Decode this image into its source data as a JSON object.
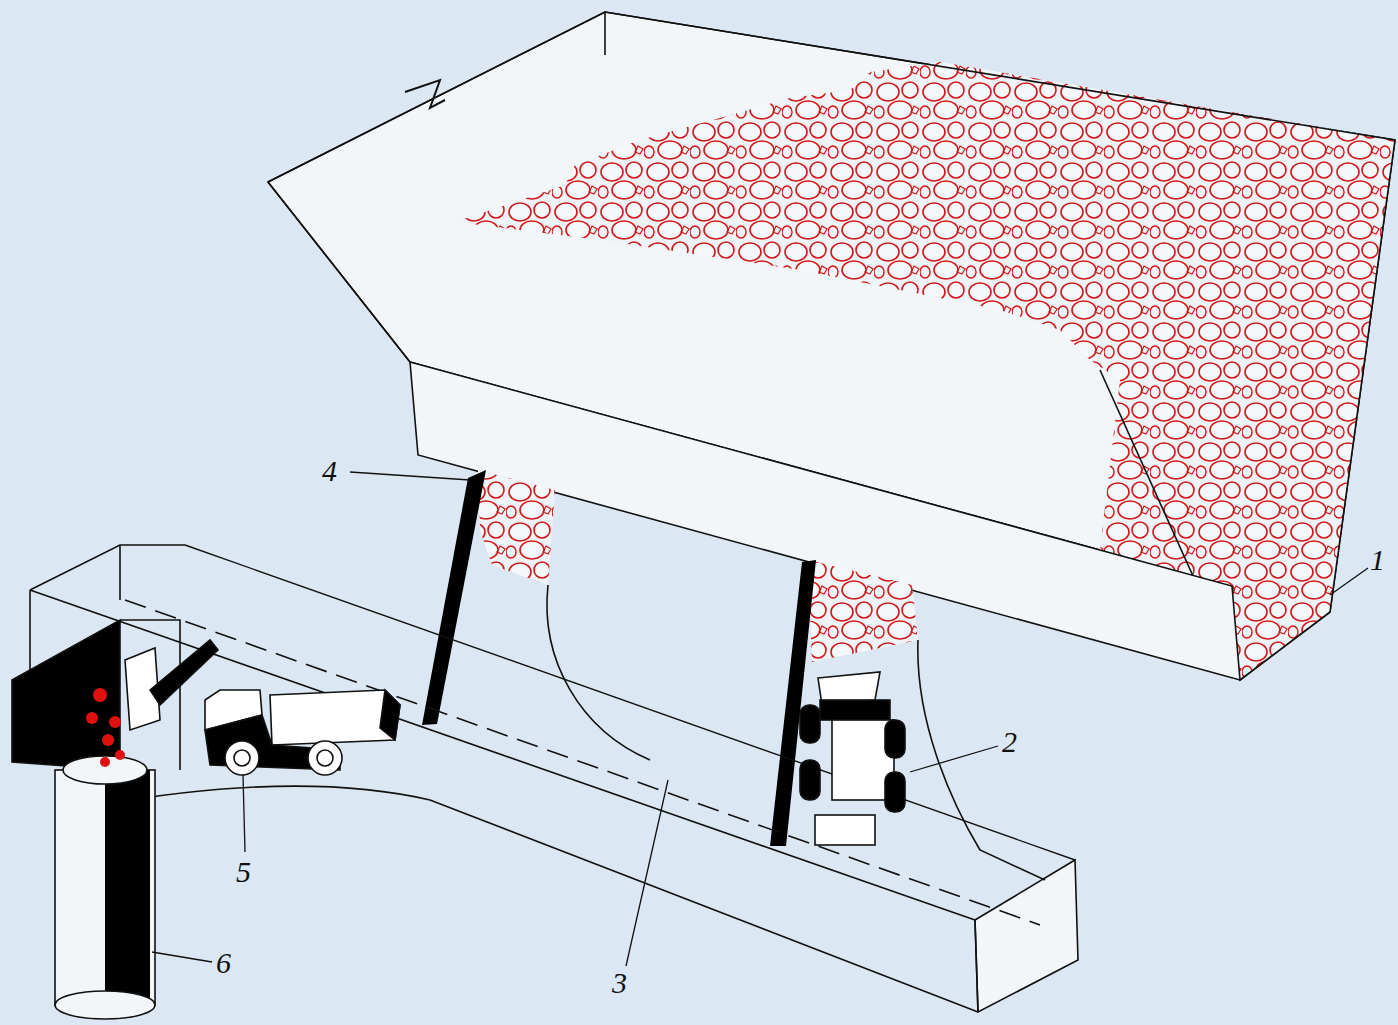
{
  "diagram": {
    "labels": [
      "4",
      "1",
      "2",
      "5",
      "6",
      "3"
    ]
  }
}
